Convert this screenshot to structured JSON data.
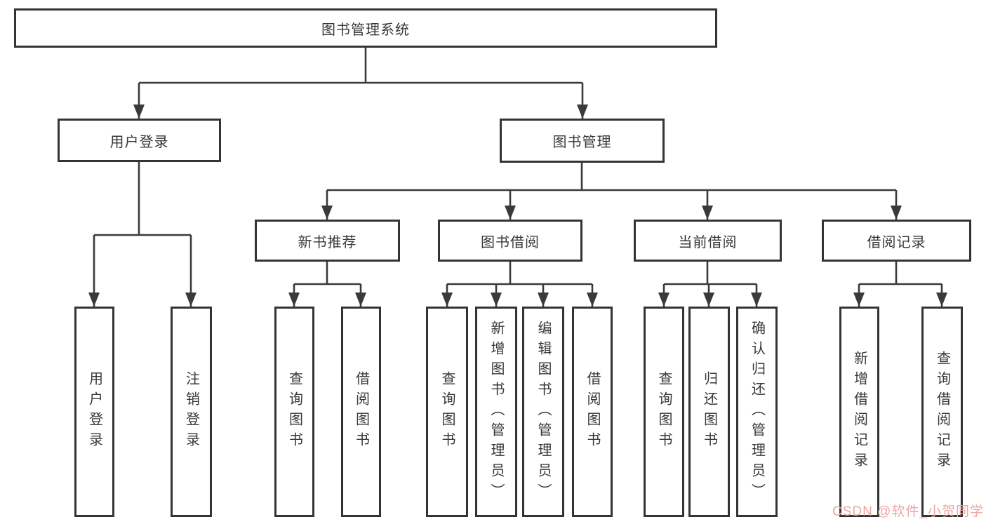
{
  "diagram_type": "tree",
  "tree": {
    "label": "图书管理系统",
    "children": [
      {
        "label": "用户登录",
        "children": [
          {
            "label": "用户登录"
          },
          {
            "label": "注销登录"
          }
        ]
      },
      {
        "label": "图书管理",
        "children": [
          {
            "label": "新书推荐",
            "children": [
              {
                "label": "查询图书"
              },
              {
                "label": "借阅图书"
              }
            ]
          },
          {
            "label": "图书借阅",
            "children": [
              {
                "label": "查询图书"
              },
              {
                "label": "新增图书（管理员）"
              },
              {
                "label": "编辑图书（管理员）"
              },
              {
                "label": "借阅图书"
              }
            ]
          },
          {
            "label": "当前借阅",
            "children": [
              {
                "label": "查询图书"
              },
              {
                "label": "归还图书"
              },
              {
                "label": "确认归还（管理员）"
              }
            ]
          },
          {
            "label": "借阅记录",
            "children": [
              {
                "label": "新增借阅记录"
              },
              {
                "label": "查询借阅记录"
              }
            ]
          }
        ]
      }
    ]
  },
  "watermark": {
    "text": "CSDN @软件_小贺同学",
    "color": "#eda6a2"
  },
  "colors": {
    "line": "#3a3a3a",
    "box_border": "#343434",
    "text": "#383838",
    "background": "#ffffff"
  }
}
